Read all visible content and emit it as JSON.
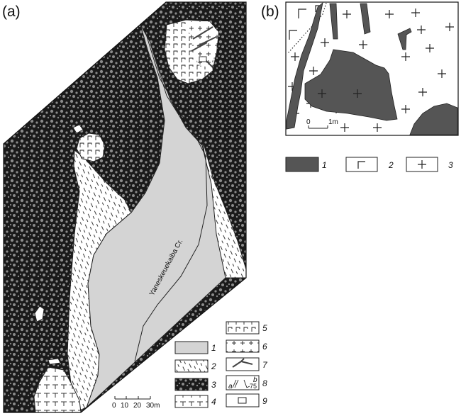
{
  "panel_a": {
    "label": "(a)",
    "creek_label": "Yaneskeuekaiba Cr.",
    "scale": {
      "ticks": [
        "0",
        "10",
        "20",
        "30m"
      ]
    },
    "legend": {
      "items": [
        {
          "num": "1"
        },
        {
          "num": "2"
        },
        {
          "num": "3"
        },
        {
          "num": "4"
        },
        {
          "num": "5"
        },
        {
          "num": "6"
        },
        {
          "num": "7"
        },
        {
          "num": "8",
          "sub_a": "a",
          "sub_b": "b",
          "dip": "75"
        },
        {
          "num": "9"
        }
      ]
    }
  },
  "panel_b": {
    "label": "(b)",
    "scale": {
      "ticks": [
        "0",
        "1m"
      ]
    },
    "legend": {
      "items": [
        {
          "num": "1"
        },
        {
          "num": "2"
        },
        {
          "num": "3"
        }
      ]
    }
  },
  "colors": {
    "alluvium": "#d4d4d4",
    "rock_dark": "#1a1a1a",
    "rock_speckle": "#8a8a8a",
    "dark_body": "#555555",
    "line": "#222222"
  }
}
